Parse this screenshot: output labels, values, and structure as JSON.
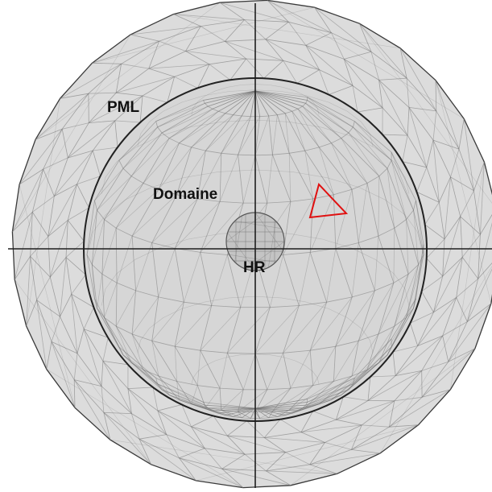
{
  "labels": {
    "outer_region": "PML",
    "inner_region": "Domaine",
    "core_region": "HR"
  },
  "colors": {
    "background": "#ffffff",
    "outer_fill": "#dcdcdc",
    "inner_fill": "#d6d6d6",
    "core_fill": "#c4c4c4",
    "mesh_line": "#707070",
    "axis_line": "#1e1e1e",
    "highlight_triangle": "#e01010"
  }
}
